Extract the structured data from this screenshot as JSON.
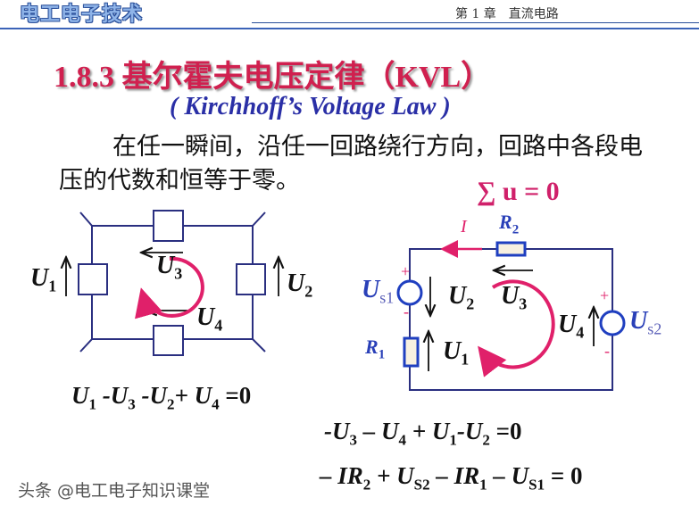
{
  "header": {
    "brand": "电工电子技术",
    "chapter": "第 1 章　直流电路"
  },
  "title": "1.8.3 基尔霍夫电压定律（KVL）",
  "subtitle": "( Kirchhoff’s  Voltage  Law )",
  "statement": "在任一瞬间，沿任一回路绕行方向，回路中各段电压的代数和恒等于零。",
  "formula": "∑ u = 0",
  "left_circuit": {
    "labels": {
      "U": "U",
      "s1": "1",
      "s2": "2",
      "s3": "3",
      "s4": "4"
    },
    "equation": [
      "U",
      "1",
      " -U",
      "3",
      " -U",
      "2",
      "+ U",
      "4",
      " =0"
    ]
  },
  "right_circuit": {
    "current": "I",
    "R2": "R",
    "R2_sub": "2",
    "R1": "R",
    "R1_sub": "1",
    "Us1_sub": "s1",
    "Us2_sub": "s2",
    "plus": "+",
    "minus": "-",
    "equation1": [
      "-U",
      "3",
      " – U",
      "4",
      " + U",
      "1",
      "-U",
      "2",
      " =0"
    ],
    "equation2": [
      "– IR",
      "2",
      " + U",
      "S2",
      " – IR",
      "1",
      " – U",
      "S1",
      " = 0"
    ]
  },
  "watermark": "头条 @电工电子知识课堂",
  "colors": {
    "title": "#d0204f",
    "subtitle": "#2a2fa6",
    "loop": "#e0206a",
    "wire": "#2a2f80"
  }
}
